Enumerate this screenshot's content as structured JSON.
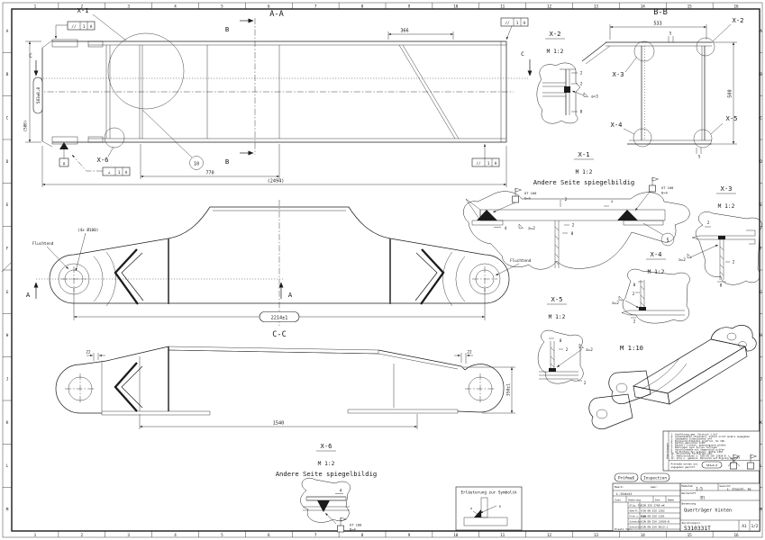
{
  "sheet": {
    "cols": [
      "1",
      "2",
      "3",
      "4",
      "5",
      "6",
      "7",
      "8",
      "9",
      "10",
      "11",
      "12",
      "13",
      "14",
      "15",
      "16"
    ],
    "rows": [
      "A",
      "B",
      "C",
      "D",
      "E",
      "F",
      "G",
      "H",
      "J",
      "K",
      "L",
      "M"
    ]
  },
  "colors": {
    "line": "#1b1b1b",
    "bg": "#ffffff"
  },
  "view_aa": {
    "title": "A-A",
    "x1_label": "X-1",
    "x6_label": "X-6",
    "b_top": "B",
    "b_bottom": "B",
    "c_left": "C",
    "c_right": "C",
    "datum_a": "A",
    "balloon_10": "10",
    "fcf_top_left": {
      "sym": "//",
      "tol": "1",
      "datum": "A"
    },
    "fcf_top_right": {
      "sym": "//",
      "tol": "1",
      "datum": "A"
    },
    "fcf_bottom": {
      "sym": "//",
      "tol": "1",
      "datum": "A"
    },
    "fcf_perp": {
      "sym": "⊥",
      "tol": "1",
      "datum": "A"
    },
    "dim_366": "366",
    "dim_770": "770",
    "dim_2494": "(2494)",
    "dim_580": "(580)",
    "pruef_583": "583±0,8"
  },
  "view_bb": {
    "title": "B-B",
    "dim_533": "533",
    "dim_500": "500",
    "dim_5_top": "5",
    "dim_5_bottom": "5",
    "x2_label": "X-2",
    "x3_label": "X-3",
    "x4_label": "X-4",
    "x5_label": "X-5"
  },
  "det_x2": {
    "title": "X-2",
    "scale": "M 1:2",
    "dim_2a": "2",
    "dim_2b": "2",
    "dim_8": "8",
    "weld": "a=3"
  },
  "det_x1": {
    "title": "X-1",
    "scale": "M 1:2",
    "mirror_note": "Andere Seite spiegelbildig",
    "weld_left_1": "UT 100",
    "weld_left_2": "b=4",
    "weld_right_1": "UT 100",
    "weld_right_2": "D=4",
    "dim_2_top": "2",
    "dim_4_left": "4",
    "weld_a2": "a=2",
    "dim_2_mid": "2",
    "dim_8_mid": "8",
    "dim_4_right": "4",
    "balloon_5": "5"
  },
  "det_x3": {
    "title": "X-3",
    "scale": "M 1:2",
    "dim_2a": "2",
    "dim_2b": "2",
    "dim_8": "8",
    "weld": "a=2"
  },
  "det_x4": {
    "title": "X-4",
    "scale": "M 1:2",
    "dim_8": "8",
    "dim_2a": "2",
    "dim_2b": "2",
    "weld": "a=2"
  },
  "det_x5": {
    "title": "X-5",
    "scale": "M 1:2",
    "dim_8": "8",
    "dim_2a": "2",
    "dim_2b": "2",
    "weld": "a=2"
  },
  "view_plan": {
    "fluchtend_left": "Fluchtend",
    "fluchtend_right": "Fluchtend",
    "holes_note": "(4x Ø100)",
    "a_left": "A",
    "a_right": "A",
    "pruef_2214": "2214±1",
    "cc_title": "C-C"
  },
  "view_cc": {
    "dim_22_left": "22",
    "dim_22_right": "22",
    "dim_1540": "1540",
    "dim_350": "350±1"
  },
  "det_x6": {
    "title": "X-6",
    "scale": "M 1:2",
    "mirror_note": "Andere Seite spiegelbildig",
    "weld_1": "UT 100",
    "weld_2": "D=4",
    "dim_4": "4"
  },
  "view_iso": {
    "scale": "M 1:10"
  },
  "legend": {
    "title": "Erläuterung zur Symbolik",
    "label_a": "a",
    "label_k": "K"
  },
  "stamps": {
    "pruefmass": "Prüfmaß",
    "inspection": "Inspection"
  },
  "notes": {
    "side_label": "Bemerkungen",
    "lines": [
      "1. Ausführung gem. Vordruck 1.5x2",
      "2. Schweißnähte umlaufend, sofern nicht anders angegeben",
      "3. Unbemaßte Schweißnähte a=4",
      "4. Brennschnittkanten gratfrei, Rz 100",
      "5. Kanten gebrochen 1x45°",
      "6. Bauteil richten, spannungsarm glühen",
      "7. Bohrungen nach Anriss fertigen",
      "8. Anschlussmaße mit Gegenstück prüfen",
      "9. UT-Prüfung der gekennz. Nähte 100%",
      "10. MT-Prüfung Stichprobe 10%",
      "11. Maßtoleranzen n. DIN EN ISO 13920-B",
      "12. Alle n. gekennz. Bereiche auf Eignung geprüft"
    ],
    "bottom_1": "Prüfmaße werden wie",
    "bottom_2": "angegeben geprüft",
    "sample": "583±0,8"
  },
  "titleblock": {
    "bearb_label": "Bearb.",
    "bearb_name": "L.Stöckl",
    "gepr_label": "Gepr.",
    "zust": "Zust.",
    "aenderung": "Änderung",
    "dat": "Dat.",
    "name": "Name",
    "massstab_label": "Maßstab",
    "massstab": "1:5",
    "gewicht_label": "Gewicht",
    "gewicht": "s. Stueckl. kg",
    "werkstoff_label": "Werkstoff",
    "werkstoff": "Bl",
    "benennung_label": "Benennung",
    "benennung": "Querträger hinten",
    "zeichnung_label": "Zeichnungsnr.",
    "zeichnung_nr": "5310331T",
    "format": "A1",
    "blatt": "1/2",
    "ersatz": "Ersatz für:",
    "std_labels": [
      "Allg.-Tol.",
      "Oberfl.",
      "Form u. Lage",
      "Schweißn.",
      "Schnittk."
    ],
    "standards": [
      "DIN ISO 2768-mK",
      "DIN EN ISO 1302",
      "DIN EN ISO 1101",
      "DIN EN ISO 13920-B",
      "DIN EN ISO 9013-1"
    ]
  }
}
